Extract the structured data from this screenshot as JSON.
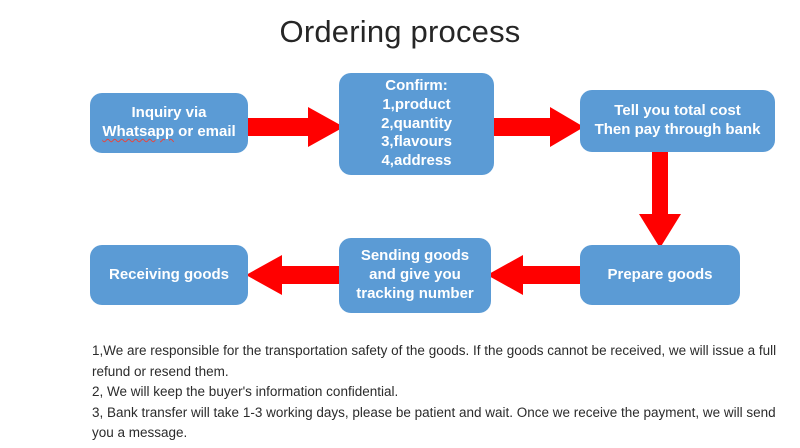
{
  "page": {
    "title": "Ordering process",
    "background_color": "#FFFFFF",
    "box_color": "#5B9BD5",
    "arrow_color": "#FF0000",
    "box_text_color": "#FFFFFF",
    "title_color": "#262626"
  },
  "flow": {
    "boxes": [
      {
        "id": "inquiry",
        "lines": [
          "Inquiry via",
          "Whatsapp or email"
        ],
        "misspelled_word": "Whatsapp"
      },
      {
        "id": "confirm",
        "lines": [
          "Confirm:",
          "1,product",
          "2,quantity",
          "3,flavours",
          "4,address"
        ]
      },
      {
        "id": "cost",
        "lines": [
          "Tell you total cost",
          "Then pay through bank"
        ]
      },
      {
        "id": "prepare",
        "lines": [
          "Prepare goods"
        ]
      },
      {
        "id": "sending",
        "lines": [
          "Sending goods",
          "and give you",
          "tracking number"
        ]
      },
      {
        "id": "receiving",
        "lines": [
          "Receiving goods"
        ]
      }
    ],
    "arrows": [
      {
        "id": "inquiry-to-confirm",
        "direction": "right"
      },
      {
        "id": "confirm-to-cost",
        "direction": "right"
      },
      {
        "id": "cost-to-prepare",
        "direction": "down"
      },
      {
        "id": "prepare-to-sending",
        "direction": "left"
      },
      {
        "id": "sending-to-receiving",
        "direction": "left"
      }
    ]
  },
  "notes": {
    "line1": "1,We are responsible for the transportation safety of the goods. If the goods cannot be received, we will issue a full refund or resend them.",
    "line2": "2, We will keep the buyer's information confidential.",
    "line3": "3, Bank transfer will take 1-3 working days, please be patient and wait. Once we receive the payment, we will send you a message."
  }
}
